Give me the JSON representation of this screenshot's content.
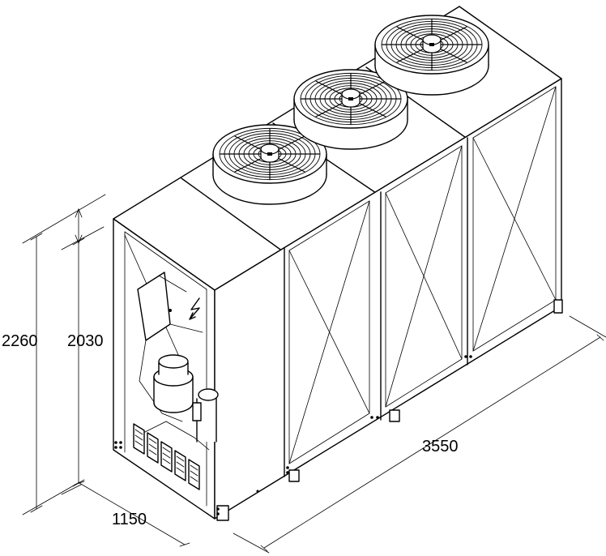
{
  "dimensions": {
    "total_height": "2260",
    "body_height": "2030",
    "length": "3550",
    "width": "1150"
  },
  "icons": {
    "electrical_panel": "lightning-bolt-icon"
  },
  "fans": {
    "count": 3
  }
}
